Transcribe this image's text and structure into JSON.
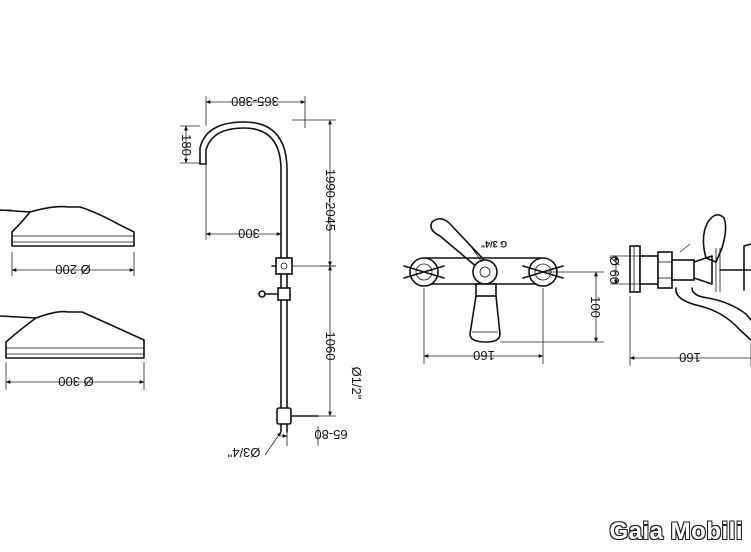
{
  "showerheads": {
    "small_diameter": "Ø 200",
    "large_diameter": "Ø 300"
  },
  "column": {
    "arm_reach": "365-380",
    "arm_drop": "180",
    "arm_offset": "300",
    "total_height": "1990-2045",
    "slider_height": "1060",
    "outlet_thread": "Ø1/2\"",
    "wall_offset": "65-80",
    "inlet_thread": "Ø3/4\""
  },
  "mixer_front": {
    "inlet_thread": "G 3/4\"",
    "centers": "160",
    "height": "100"
  },
  "mixer_side": {
    "body_diameter": "Ø 60",
    "spout_length": "160"
  },
  "brand": {
    "name": "Gaia Mobili"
  }
}
